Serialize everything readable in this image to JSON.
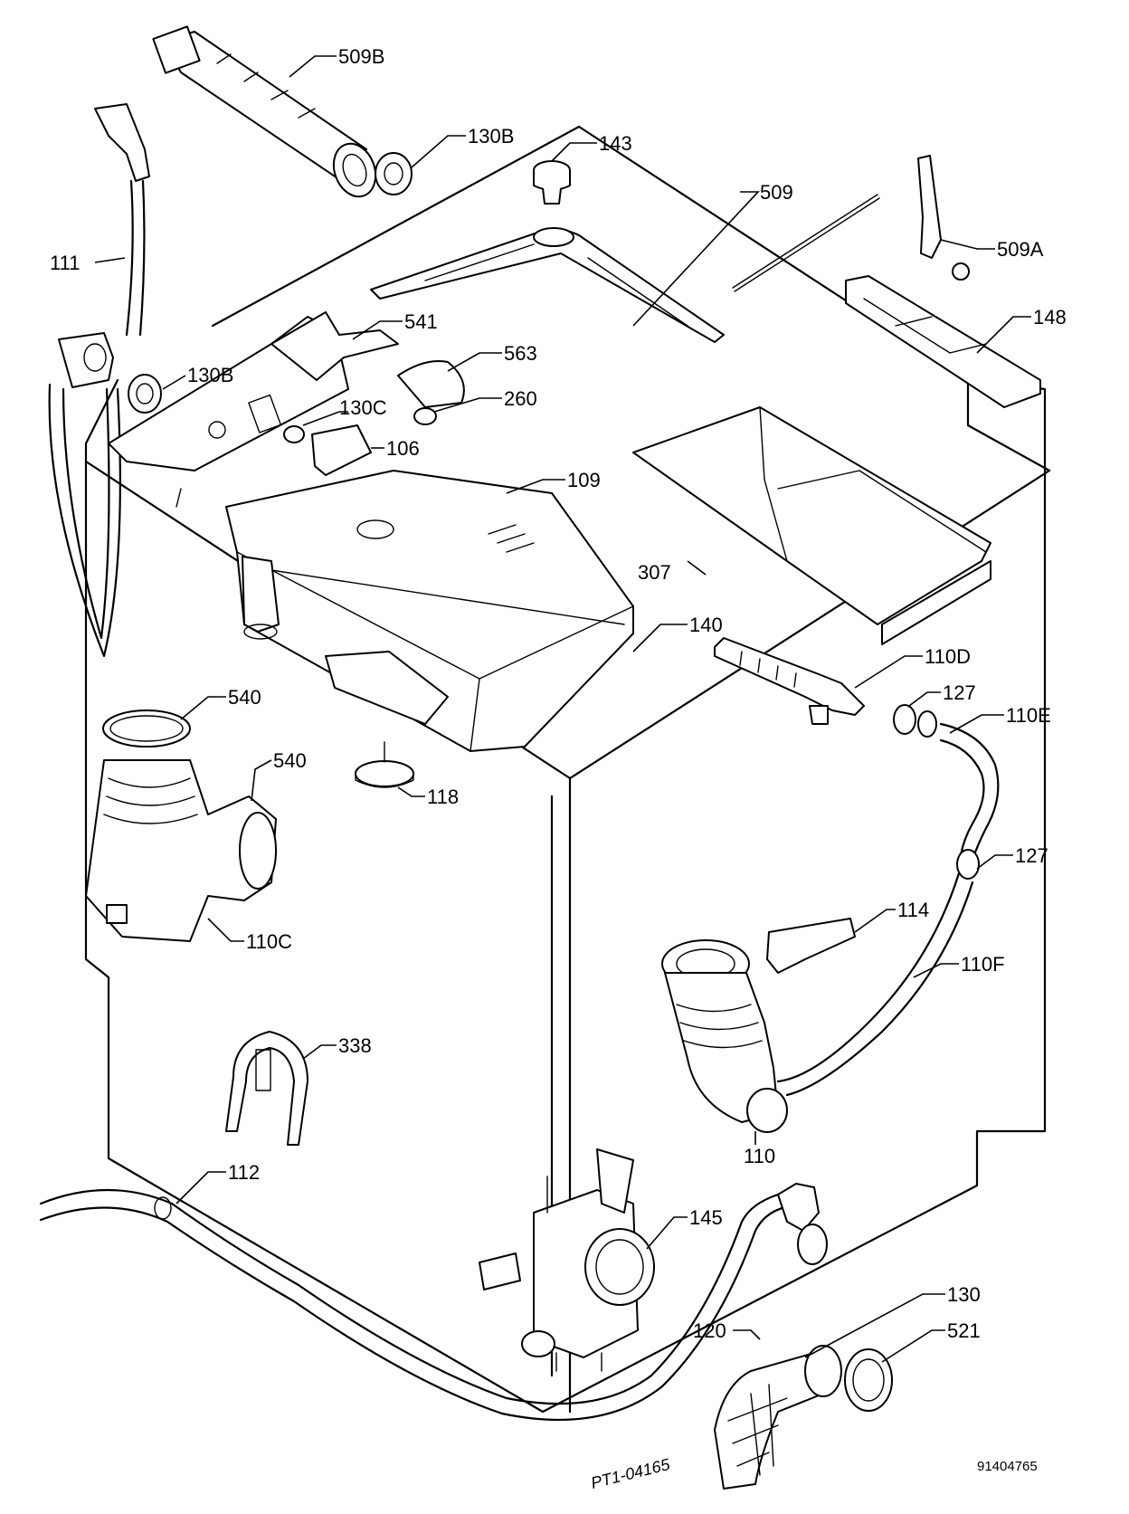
{
  "labels": {
    "p509b": "509B",
    "p130b_top": "130B",
    "p143": "143",
    "p509": "509",
    "p509a": "509A",
    "p111": "111",
    "p541": "541",
    "p563": "563",
    "p260": "260",
    "p130b_mid": "130B",
    "p130c": "130C",
    "p106": "106",
    "p148": "148",
    "p109": "109",
    "p307": "307",
    "p140": "140",
    "p110d": "110D",
    "p127_top": "127",
    "p110e": "110E",
    "p540_a": "540",
    "p540_b": "540",
    "p118": "118",
    "p127_bot": "127",
    "p114": "114",
    "p110c": "110C",
    "p110f": "110F",
    "p338": "338",
    "p110": "110",
    "p112": "112",
    "p145": "145",
    "p130": "130",
    "p120": "120",
    "p521": "521"
  },
  "footer": {
    "handwritten_code": "PT1-04165",
    "catalog_number": "91404765"
  },
  "colors": {
    "ink": "#000000",
    "paper": "#ffffff"
  }
}
